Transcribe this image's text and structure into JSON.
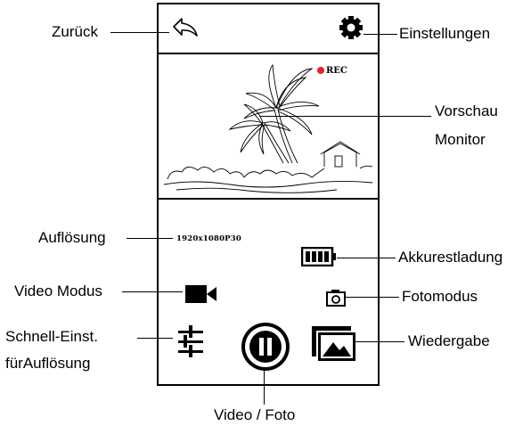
{
  "labels": {
    "back": "Zurück",
    "settings": "Einstellungen",
    "preview_line1": "Vorschau",
    "preview_line2": "Monitor",
    "resolution": "Auflösung",
    "battery": "Akkurestladung",
    "video_mode": "Video Modus",
    "photo_mode": "Fotomodus",
    "quick_settings_line1": "Schnell-Einst.",
    "quick_settings_line2": "fürAuflösung",
    "playback": "Wiedergabe",
    "video_photo": "Video / Foto"
  },
  "screen": {
    "resolution_value": "1920x1080P30",
    "rec_label": "REC",
    "rec_color": "#e8202a"
  },
  "icons": {
    "back": "back-arrow-icon",
    "settings": "gear-icon",
    "battery": "battery-full-icon",
    "video_mode": "video-camera-icon",
    "photo_mode": "photo-camera-icon",
    "quick_settings": "sliders-icon",
    "shutter": "record-pause-icon",
    "playback": "gallery-icon"
  }
}
